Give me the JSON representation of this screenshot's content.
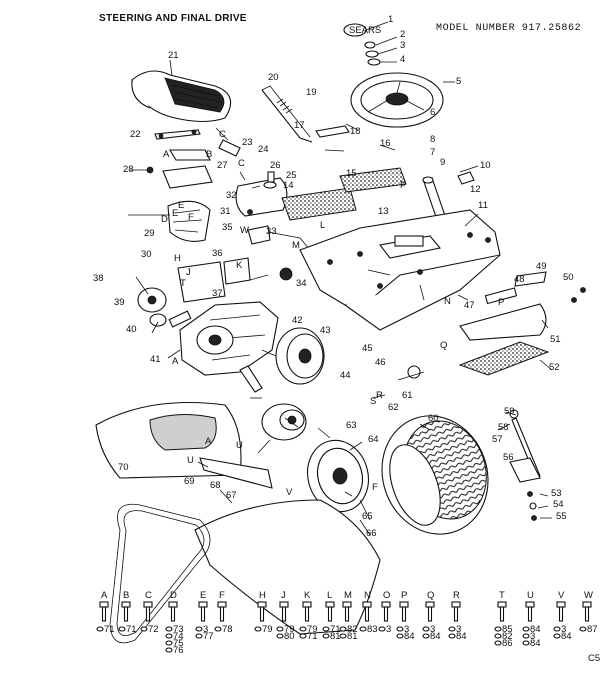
{
  "title": "STEERING AND FINAL DRIVE",
  "model_number": "MODEL NUMBER 917.25862",
  "page_code": "C5",
  "part_callouts": [
    "1",
    "2",
    "3",
    "4",
    "5",
    "6",
    "7",
    "8",
    "9",
    "10",
    "11",
    "12",
    "13",
    "14",
    "15",
    "16",
    "17",
    "18",
    "19",
    "20",
    "21",
    "22",
    "23",
    "24",
    "25",
    "26",
    "27",
    "28",
    "29",
    "30",
    "31",
    "32",
    "33",
    "34",
    "35",
    "36",
    "37",
    "38",
    "39",
    "40",
    "41",
    "42",
    "43",
    "44",
    "45",
    "46",
    "47",
    "48",
    "49",
    "50",
    "51",
    "52",
    "53",
    "54",
    "55",
    "56",
    "57",
    "58",
    "59",
    "60",
    "61",
    "62",
    "63",
    "64",
    "65",
    "66",
    "67",
    "68",
    "69",
    "70"
  ],
  "letter_callouts": [
    "A",
    "B",
    "C",
    "D",
    "E",
    "F",
    "H",
    "J",
    "K",
    "L",
    "M",
    "N",
    "P",
    "Q",
    "R",
    "S",
    "T",
    "U",
    "V",
    "W"
  ],
  "hardware_key": [
    {
      "letter": "A",
      "refs": [
        "71"
      ]
    },
    {
      "letter": "B",
      "refs": [
        "71"
      ]
    },
    {
      "letter": "C",
      "refs": [
        "72"
      ]
    },
    {
      "letter": "D",
      "refs": [
        "73",
        "74",
        "75",
        "76"
      ]
    },
    {
      "letter": "E",
      "refs": [
        "3",
        "77"
      ]
    },
    {
      "letter": "F",
      "refs": [
        "78"
      ]
    },
    {
      "letter": "H",
      "refs": [
        "79"
      ]
    },
    {
      "letter": "J",
      "refs": [
        "79",
        "80"
      ]
    },
    {
      "letter": "K",
      "refs": [
        "79",
        "71"
      ]
    },
    {
      "letter": "L",
      "refs": [
        "71",
        "81"
      ]
    },
    {
      "letter": "M",
      "refs": [
        "82",
        "81"
      ]
    },
    {
      "letter": "N",
      "refs": [
        "83"
      ]
    },
    {
      "letter": "O",
      "refs": [
        "3"
      ]
    },
    {
      "letter": "P",
      "refs": [
        "3",
        "84"
      ]
    },
    {
      "letter": "Q",
      "refs": [
        "3",
        "84"
      ]
    },
    {
      "letter": "R",
      "refs": [
        "3",
        "84"
      ]
    },
    {
      "letter": "T",
      "refs": [
        "85",
        "82",
        "86"
      ]
    },
    {
      "letter": "U",
      "refs": [
        "84",
        "3",
        "84"
      ]
    },
    {
      "letter": "V",
      "refs": [
        "3",
        "84"
      ]
    },
    {
      "letter": "W",
      "refs": [
        "87"
      ]
    }
  ]
}
